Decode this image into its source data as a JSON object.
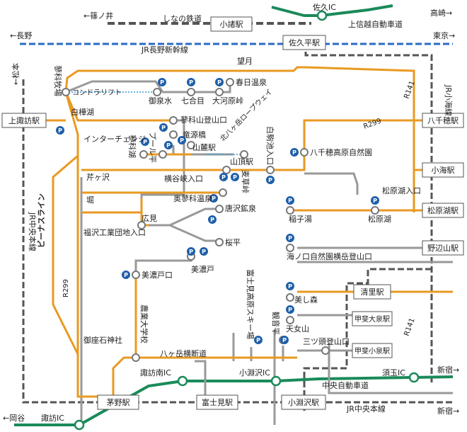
{
  "map": {
    "directions": {
      "shinonoi": "←篠ノ井",
      "takasaki": "高崎→",
      "nagano": "←長野",
      "tokyo": "東京→",
      "matsumoto": "←松本",
      "shinjuku1": "新宿→",
      "shinjuku2": "新宿→",
      "okaya": "←岡谷"
    },
    "lines": {
      "shinano": "しなの鉄道",
      "joshinetsu_expwy": "上信越自動車道",
      "hokuriku_shinkansen": "JR長野新幹線",
      "koumi_line": "JR小海線",
      "chuo_line_v": "JR中央本線",
      "chuo_expwy": "中央自動車道",
      "chuo_line_h": "JR中央本線",
      "venus_line": "ビーナスライン",
      "r299_a": "R299",
      "r299_b": "R299",
      "r141_a": "R141",
      "r141_b": "R141",
      "yatsugatake_odan": "八ヶ岳横断道",
      "ropeway": "北八ヶ岳ロープウェイ",
      "kondorift": "コンドラリフト"
    },
    "stations": {
      "komoro": "小諸駅",
      "sakudaira": "佐久平駅",
      "kamisuwa": "上諏訪駅",
      "yachiho": "八千穂駅",
      "koumi": "小海駅",
      "matsubarako": "松原湖駅",
      "nobeyama": "野辺山駅",
      "kiyosato": "清里駅",
      "kaiooizumi": "甲斐大泉駅",
      "kaikoizumi": "甲斐小泉駅",
      "chino": "茅野駅",
      "fujimi": "富士見駅",
      "kobuchizawa": "小淵沢駅"
    },
    "ics": {
      "saku": "佐久IC",
      "suwaminami": "諏訪南IC",
      "kobuchizawa": "小淵沢IC",
      "sudama": "須玉IC",
      "suwa": "諏訪IC"
    },
    "places": {
      "tateshina_bokujo": "蓼科牧場",
      "shirakabako": "白樺湖",
      "nozomitsuki": "望月",
      "kasuga_onsen": "春日温泉",
      "mimizu": "御泉水",
      "nanagome": "七合目",
      "okawaragamine": "大河原峠",
      "tateshinayama_tozanguchi": "蓼科山登山口",
      "ryugenbashi": "竜源橋",
      "interchange": "インターチェンジ",
      "tateshinako": "蓼科湖",
      "pool_daira": "プール平",
      "sanroku_eki": "山麓駅",
      "sancho_eki": "山頂駅",
      "seriga_sawa": "芹ヶ沢",
      "yokoyakyo_iriguchi": "横谷峡入口",
      "mugikusa_toge": "麦草峠",
      "shirakoma_ike": "白駒池入口",
      "yachiho_kogen": "八千穂高原自然園",
      "okutateshina_onsen": "奥蓼科温泉",
      "hori": "堀",
      "hiromi": "広見",
      "karasawa_kosen": "唐沢鉱泉",
      "fukuzawa_kogyodanchi": "福沢工業団地入口",
      "sakuradaira": "桜平",
      "inagoyu": "稲子湯",
      "matsubarako_iriguchi": "松原湖入口",
      "matsubarako": "松原湖",
      "minotoguchi": "美濃戸口",
      "minoto": "美濃戸",
      "umi_no_kuchi": "海ノ口自然園横岳登山口",
      "misato_no_mori": "美し森",
      "tenjoyama": "天女山",
      "fujimi_kogen": "富士見高原スキー場",
      "kannondaira": "観音平",
      "mitsutoyama": "三ツ頭登山口",
      "nogyo_daigakko": "農業大学校",
      "gozaishi_jinja": "御座石神社"
    },
    "parking_label": "P"
  }
}
